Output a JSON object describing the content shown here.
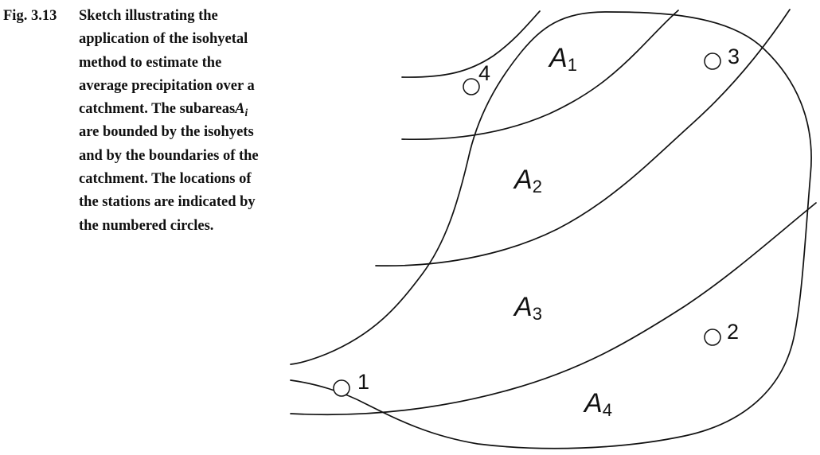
{
  "caption": {
    "label": "Fig. 3.13",
    "text_before": "Sketch illustrating the application of the isohyetal method to estimate the average precipitation over a catchment. The subareas",
    "var_symbol": "A",
    "var_subscript": "i",
    "text_after": " are bounded by the isohyets and by the boundaries of the catchment. The locations of the stations are indicated by the numbered circles."
  },
  "subareas": [
    {
      "id": "a1",
      "symbol": "A",
      "subscript": "1"
    },
    {
      "id": "a2",
      "symbol": "A",
      "subscript": "2"
    },
    {
      "id": "a3",
      "symbol": "A",
      "subscript": "3"
    },
    {
      "id": "a4",
      "symbol": "A",
      "subscript": "4"
    }
  ],
  "stations": [
    {
      "id": "s1",
      "label": "1"
    },
    {
      "id": "s2",
      "label": "2"
    },
    {
      "id": "s3",
      "label": "3"
    },
    {
      "id": "s4",
      "label": "4"
    }
  ]
}
